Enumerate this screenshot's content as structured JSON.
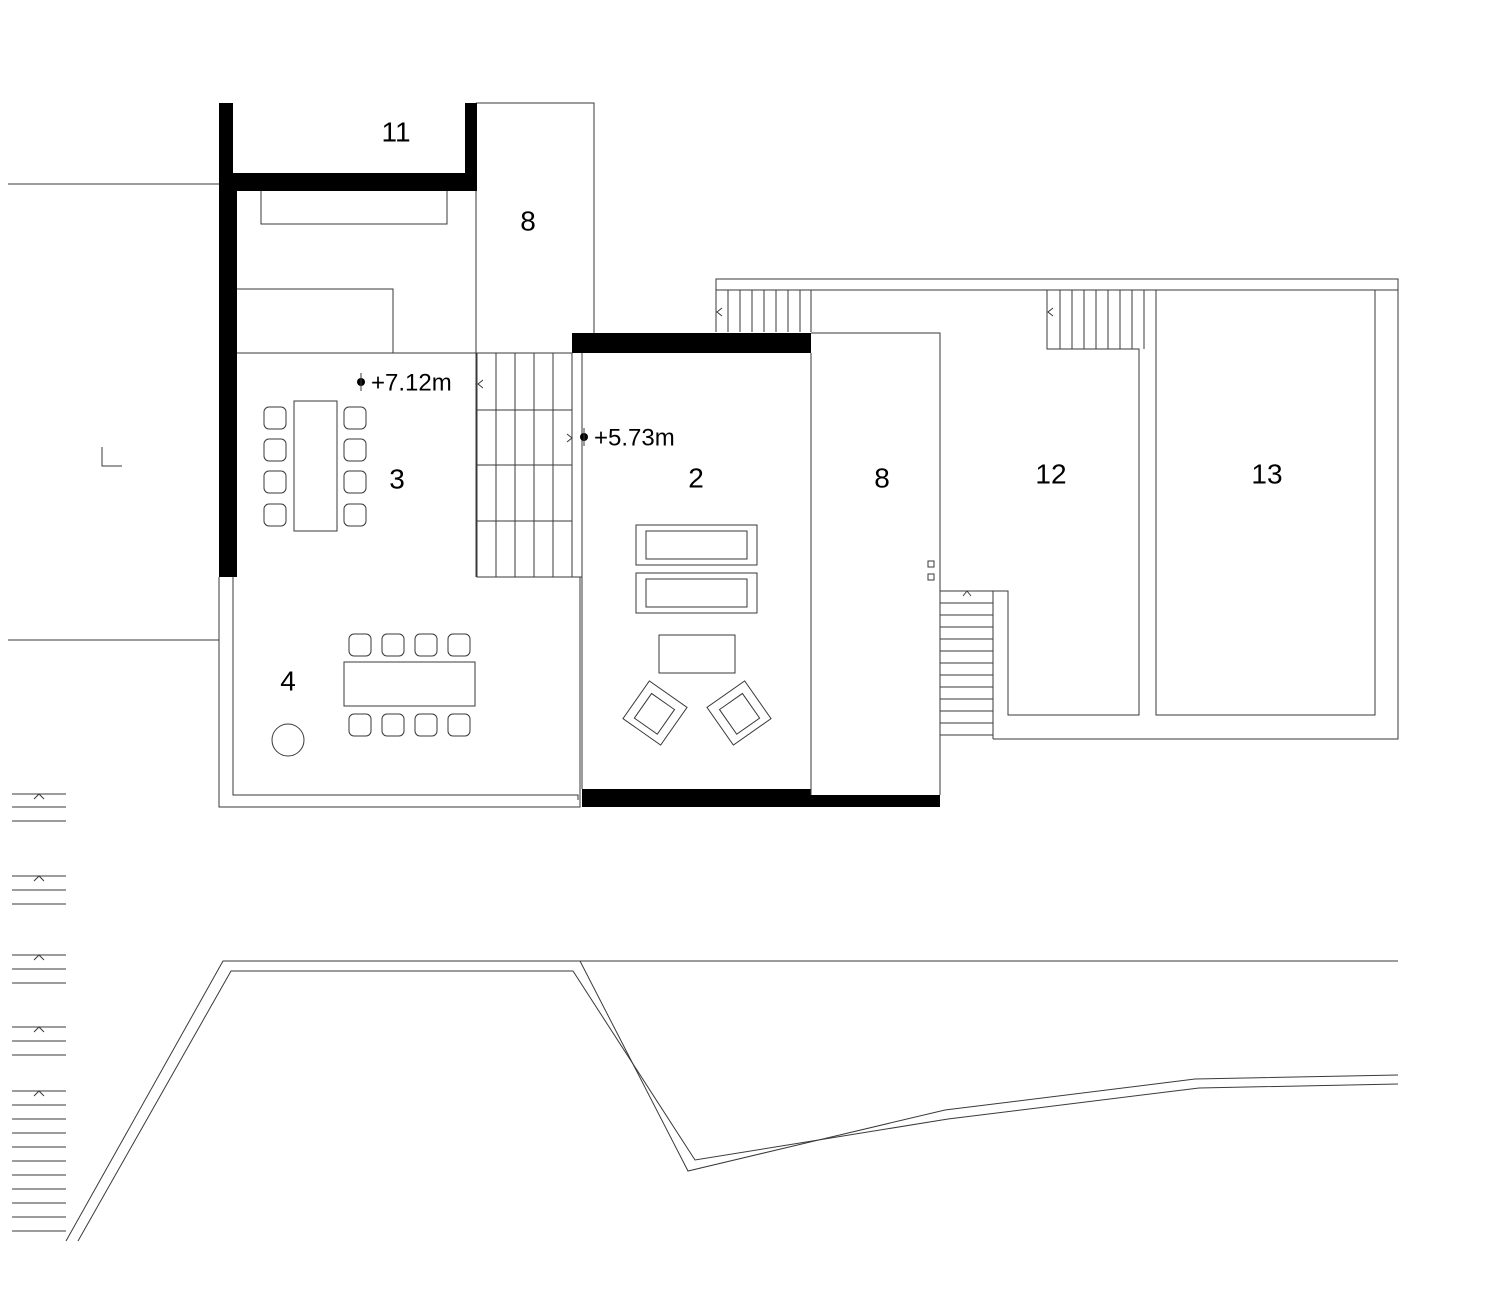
{
  "rooms": {
    "r11": "11",
    "r8_top": "8",
    "r3": "3",
    "r2": "2",
    "r8_mid": "8",
    "r12": "12",
    "r13": "13",
    "r4": "4"
  },
  "levels": {
    "upper": "+7.12m",
    "lower": "+5.73m"
  },
  "colors": {
    "wall": "#000000",
    "line": "#3a3a3a",
    "background": "#ffffff"
  }
}
